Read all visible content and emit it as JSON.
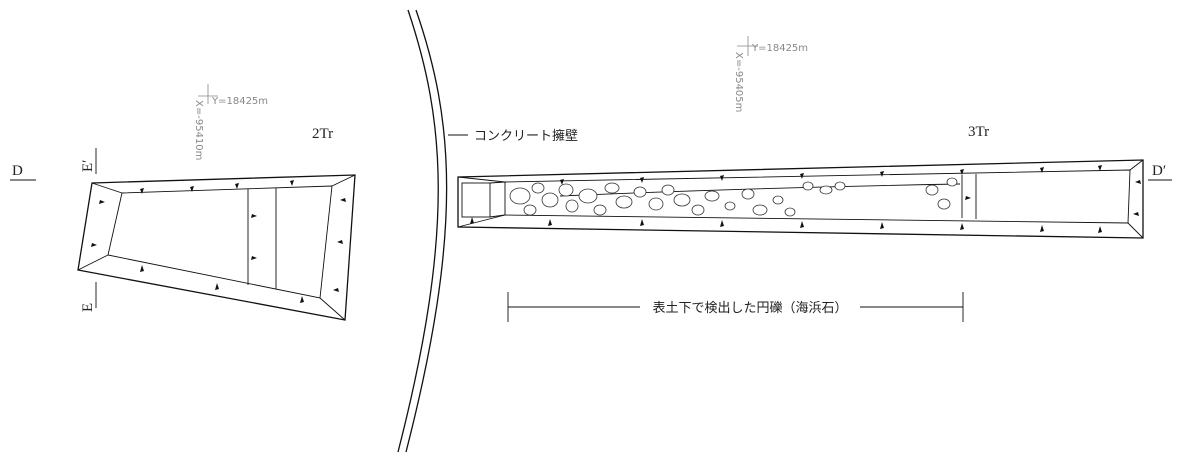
{
  "trench_2": {
    "label": "2Tr"
  },
  "trench_3": {
    "label": "3Tr"
  },
  "section_d": {
    "start": "D",
    "end": "D′"
  },
  "section_e": {
    "start": "E",
    "end": "E′"
  },
  "retaining_wall": {
    "label": "コンクリート擁壁"
  },
  "grid_point_2tr": {
    "y": "Y=18425m",
    "x": "X=-95410m"
  },
  "grid_point_3tr": {
    "y": "Y=18425m",
    "x": "X=-95405m"
  },
  "cobbles_note": {
    "label": "表土下で検出した円礫（海浜石）"
  }
}
